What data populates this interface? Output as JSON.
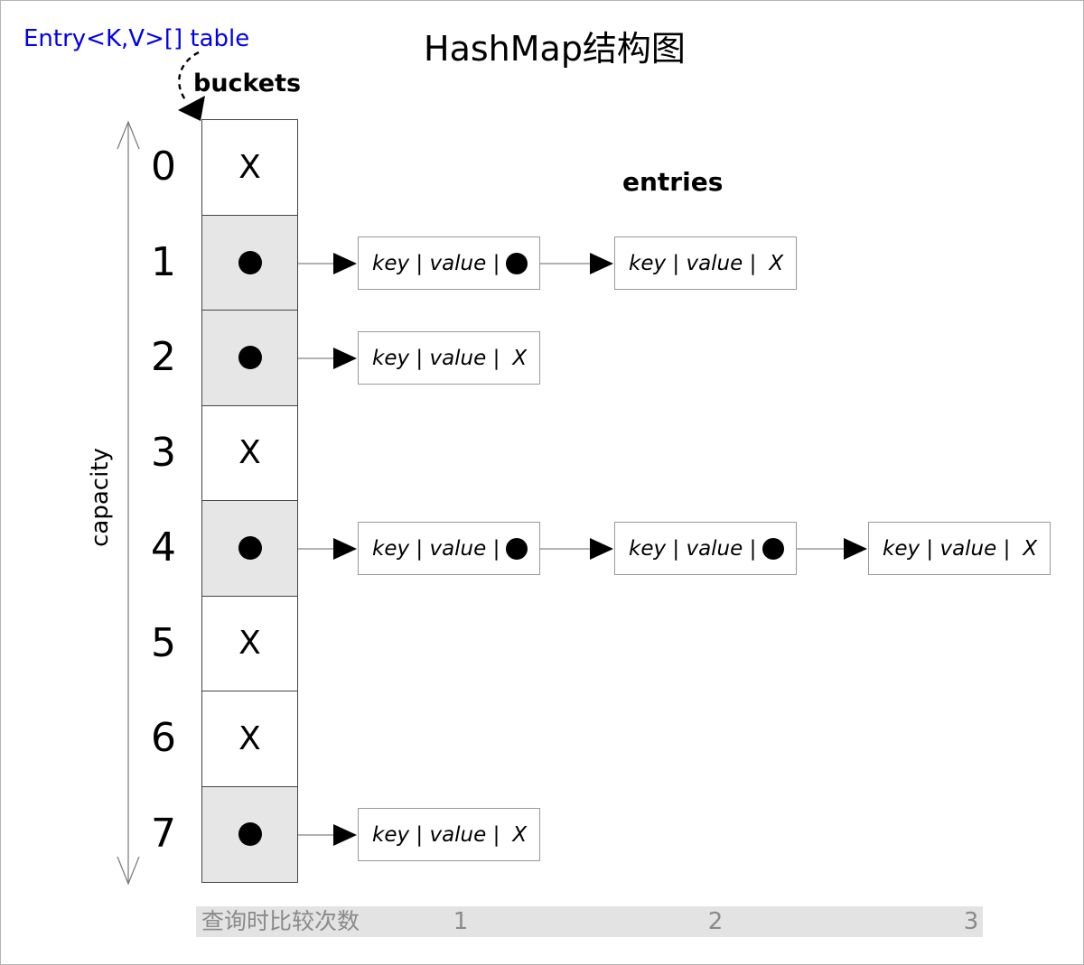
{
  "page": {
    "title": "HashMap结构图",
    "table_label": "Entry<K,V>[] table",
    "buckets_label": "buckets",
    "entries_label": "entries",
    "capacity_label": "capacity"
  },
  "colors": {
    "table_label_blue": "#0000ee",
    "bucket_occupied_fill": "#e6e6e6",
    "footer_bar_fill": "#e3e3e3",
    "footer_text_gray": "#8a8a8a",
    "arrow_black": "#000000"
  },
  "buckets": {
    "cells": [
      {
        "index": "0",
        "content": "X",
        "occupied": false
      },
      {
        "index": "1",
        "content": "●",
        "occupied": true
      },
      {
        "index": "2",
        "content": "●",
        "occupied": true
      },
      {
        "index": "3",
        "content": "X",
        "occupied": false
      },
      {
        "index": "4",
        "content": "●",
        "occupied": true
      },
      {
        "index": "5",
        "content": "X",
        "occupied": false
      },
      {
        "index": "6",
        "content": "X",
        "occupied": false
      },
      {
        "index": "7",
        "content": "●",
        "occupied": true
      }
    ]
  },
  "entries": {
    "rows": [
      {
        "bucket": "1",
        "nodes": [
          {
            "label": "key | value |",
            "next": "●"
          },
          {
            "label": "key | value |",
            "next": "X"
          }
        ]
      },
      {
        "bucket": "2",
        "nodes": [
          {
            "label": "key | value |",
            "next": "X"
          }
        ]
      },
      {
        "bucket": "4",
        "nodes": [
          {
            "label": "key | value |",
            "next": "●"
          },
          {
            "label": "key | value |",
            "next": "●"
          },
          {
            "label": "key | value |",
            "next": "X"
          }
        ]
      },
      {
        "bucket": "7",
        "nodes": [
          {
            "label": "key | value |",
            "next": "X"
          }
        ]
      }
    ]
  },
  "footer": {
    "label": "查询时比较次数",
    "counts": [
      "1",
      "2",
      "3"
    ]
  }
}
